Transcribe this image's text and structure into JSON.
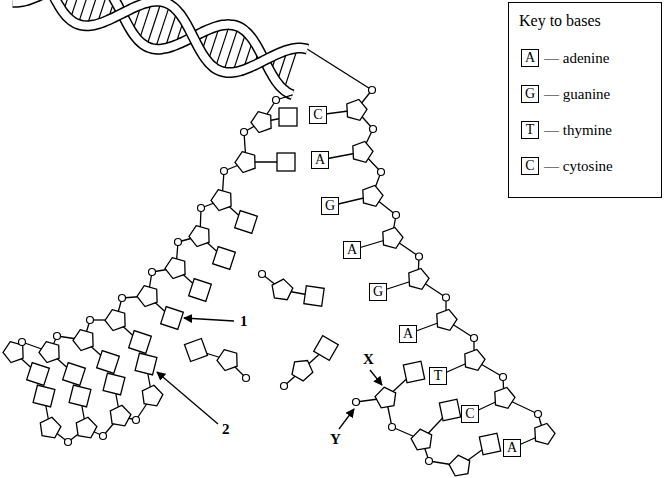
{
  "diagram": {
    "nodes": [
      {
        "text": [
          "Key to bases"
        ]
      },
      {
        "text": [
          "A"
        ],
        "in": 0
      },
      {
        "text": [
          "G"
        ],
        "in": 0
      },
      {
        "text": [
          "T"
        ],
        "in": 0
      },
      {
        "text": [
          "C"
        ],
        "in": 0
      },
      {
        "text": [
          "C"
        ]
      },
      {
        "text": [
          "A"
        ]
      },
      {
        "text": [
          "G"
        ]
      },
      {
        "text": [
          "A"
        ]
      },
      {
        "text": [
          "G"
        ]
      },
      {
        "text": [
          "A"
        ]
      },
      {
        "text": [
          "T"
        ]
      },
      {
        "text": [
          "C"
        ]
      },
      {
        "text": [
          "A"
        ]
      }
    ],
    "labels": [
      "1",
      "2",
      "X",
      "Y"
    ],
    "legend": [
      {
        "text": "— adenine"
      },
      {
        "text": "— guanine"
      },
      {
        "text": "— thymine"
      },
      {
        "text": "— cytosine"
      }
    ]
  }
}
